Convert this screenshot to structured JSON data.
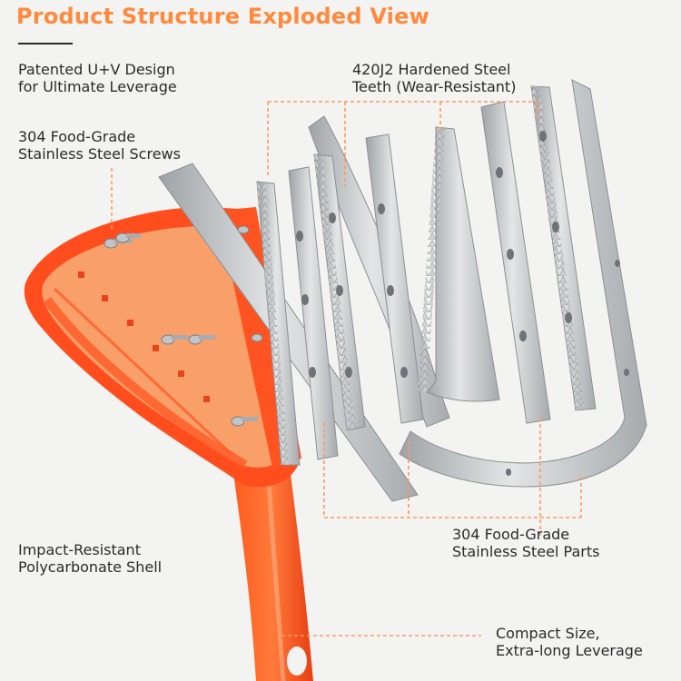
{
  "title": "Product Structure Exploded View",
  "colors": {
    "accent": "#ff8a3d",
    "handle": "#ff4a1c",
    "shell_inner": "#f7a66b",
    "steel": "#b9bcbe",
    "text": "#2b2b2b"
  },
  "callouts": {
    "uv_design": {
      "line1": "Patented U+V Design",
      "line2": "for Ultimate Leverage"
    },
    "screws": {
      "line1": "304 Food-Grade",
      "line2": "Stainless Steel Screws"
    },
    "teeth": {
      "line1": "420J2 Hardened Steel",
      "line2": "Teeth (Wear-Resistant)"
    },
    "steel_parts": {
      "line1": "304 Food-Grade",
      "line2": "Stainless Steel Parts"
    },
    "shell": {
      "line1": "Impact-Resistant",
      "line2": "Polycarbonate Shell"
    },
    "size": {
      "line1": "Compact Size,",
      "line2": "Extra-long Leverage"
    }
  }
}
